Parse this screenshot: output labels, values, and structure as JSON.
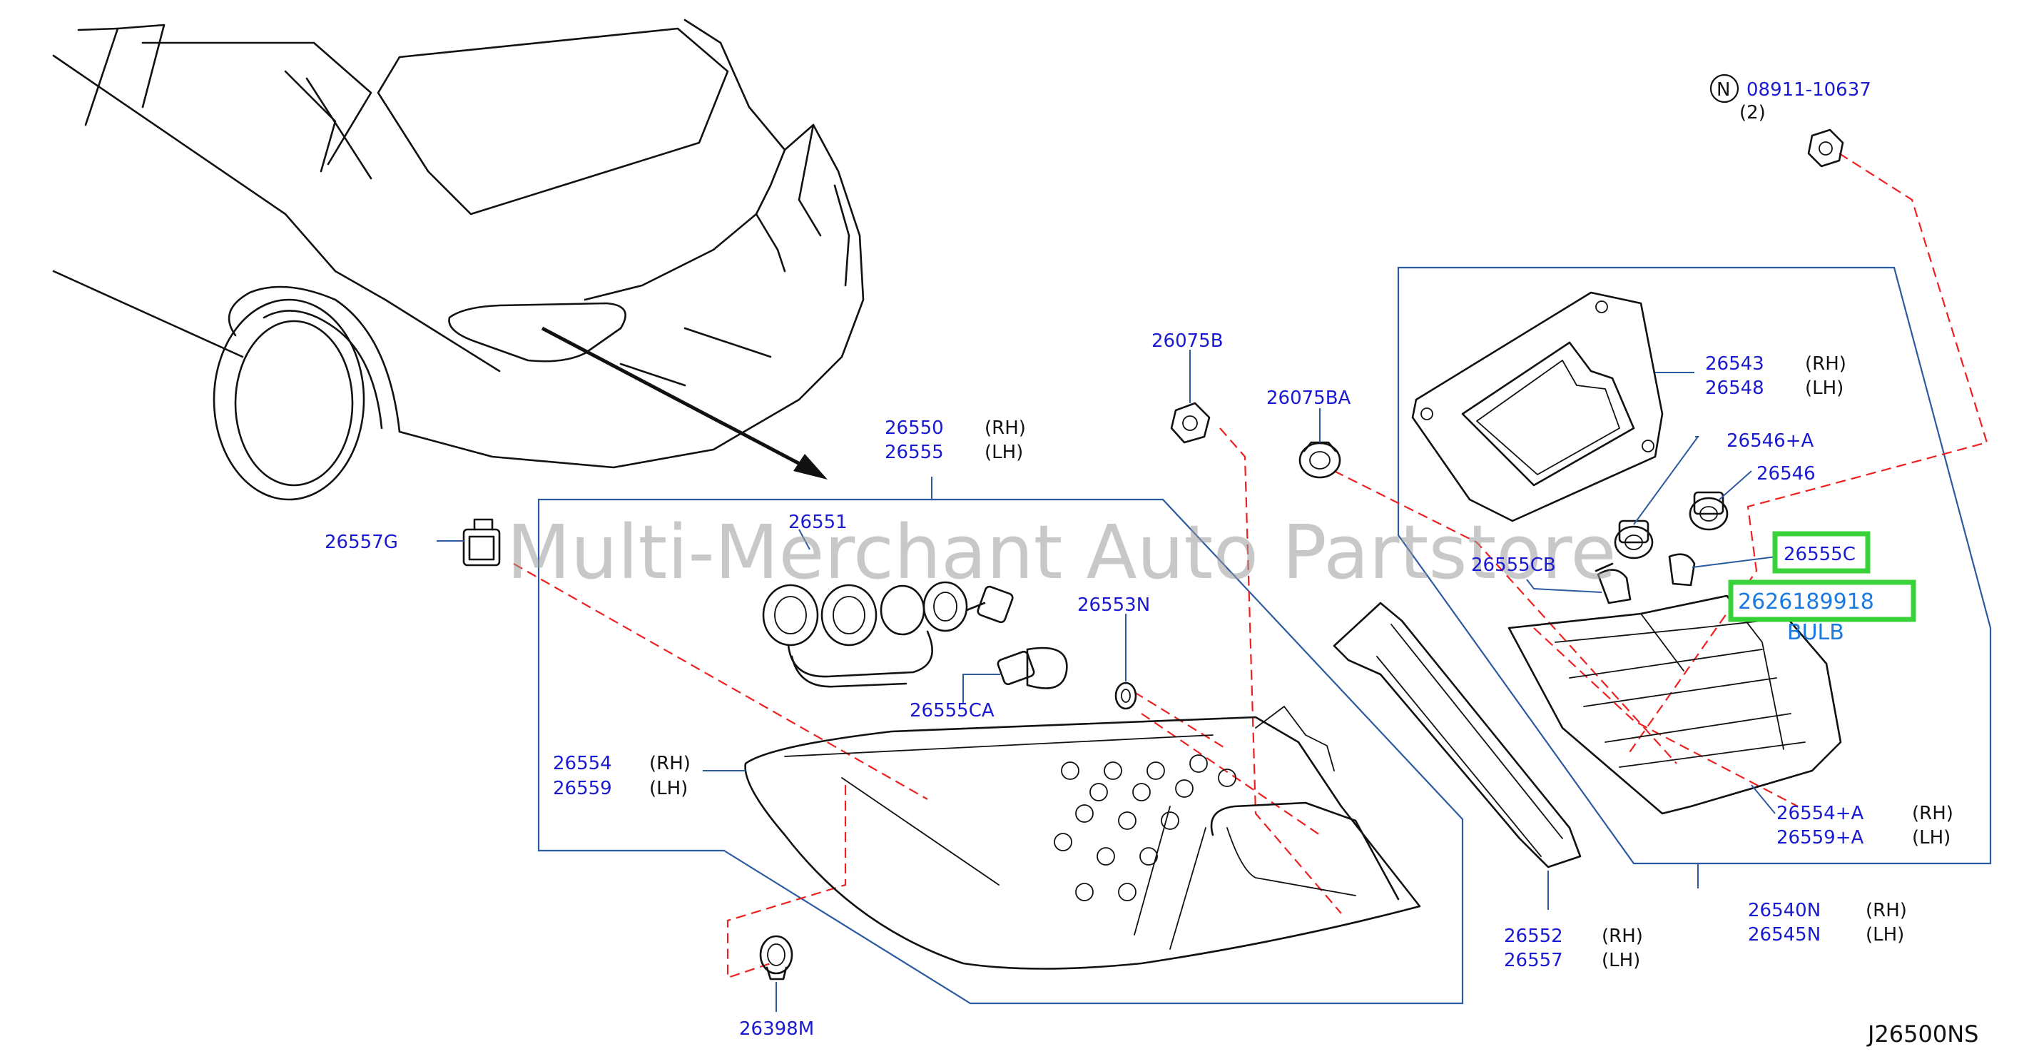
{
  "watermark": "Multi-Merchant Auto Partstore",
  "diagram_id": "J26500NS",
  "colors": {
    "part_label": "#1a1ad0",
    "side_label": "#111111",
    "frame": "#2c5aa0",
    "dashed_guide": "#ee2020",
    "highlight": "#3ad23a",
    "highlight_text": "#1a7ae0"
  },
  "nut": {
    "symbol": "N",
    "part": "08911-10637",
    "qty": "(2)"
  },
  "labels": {
    "p26557G": "26557G",
    "p26550": "26550",
    "p26555": "26555",
    "p26551": "26551",
    "p26553N": "26553N",
    "p26555CA": "26555CA",
    "p26554": "26554",
    "p26559": "26559",
    "p26398M": "26398M",
    "p26075B": "26075B",
    "p26075BA": "26075BA",
    "p26552": "26552",
    "p26557": "26557",
    "p26543": "26543",
    "p26548": "26548",
    "p26546A": "26546+A",
    "p26546": "26546",
    "p26555CB": "26555CB",
    "p26555C": "26555C",
    "p26554A": "26554+A",
    "p26559A": "26559+A",
    "p26540N": "26540N",
    "p26545N": "26545N"
  },
  "sides": {
    "rh": "(RH)",
    "lh": "(LH)"
  },
  "highlight": {
    "part_number": "2626189918",
    "description": "BULB"
  }
}
